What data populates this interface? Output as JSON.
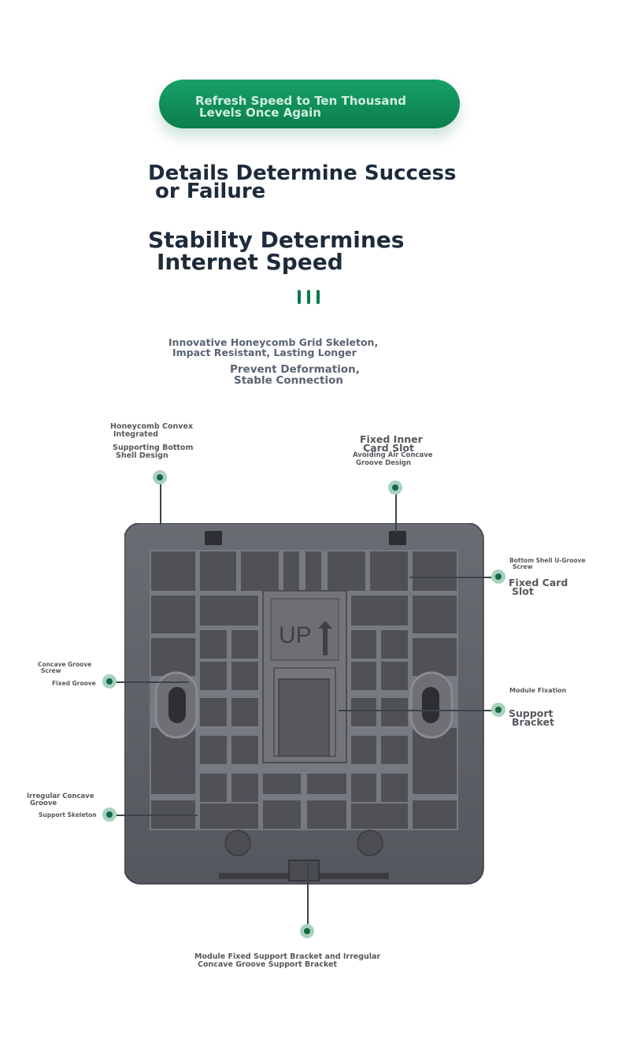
{
  "banner": {
    "line1": "Refresh Speed to Ten Thousand",
    "line2": "Levels Once Again"
  },
  "headline1": {
    "line1": "Details Determine Success",
    "line2": "or Failure"
  },
  "headline2": {
    "line1": "Stability Determines",
    "line2": "Internet Speed"
  },
  "subtitle1": {
    "line1": "Innovative Honeycomb Grid Skeleton,",
    "line2": "Impact Resistant, Lasting Longer"
  },
  "subtitle2": {
    "line1": "Prevent Deformation,",
    "line2": "Stable Connection"
  },
  "panel": {
    "up_text": "UP"
  },
  "callouts": {
    "honeycomb": {
      "title_line1": "Honeycomb Convex",
      "title_line2": "Integrated",
      "desc_line1": "Supporting Bottom",
      "desc_line2": "Shell Design"
    },
    "inner_slot": {
      "title_line1": "Fixed Inner",
      "title_line2": "Card Slot",
      "desc_line1": "Avoiding Air Concave",
      "desc_line2": "Groove Design"
    },
    "card_slot": {
      "desc_line1": "Bottom Shell U-Groove",
      "desc_line2": "Screw",
      "title_line1": "Fixed Card",
      "title_line2": "Slot"
    },
    "fixed_groove": {
      "desc_line1": "Concave Groove",
      "desc_line2": "Screw",
      "title": "Fixed Groove"
    },
    "support_bracket": {
      "desc": "Module Fixation",
      "title_line1": "Support",
      "title_line2": "Bracket"
    },
    "support_skeleton": {
      "desc_line1": "Irregular Concave",
      "desc_line2": "Groove",
      "title": "Support Skeleton"
    },
    "bottom": {
      "line1": "Module Fixed Support Bracket and Irregular",
      "line2": "Concave Groove Support Bracket"
    }
  },
  "colors": {
    "accent_green": "#0f7e4e",
    "callout_dot": "#136a43",
    "callout_halo": "#a8d1c1",
    "panel_gray": "#5f6168",
    "headline_navy": "#1e2b3b"
  }
}
